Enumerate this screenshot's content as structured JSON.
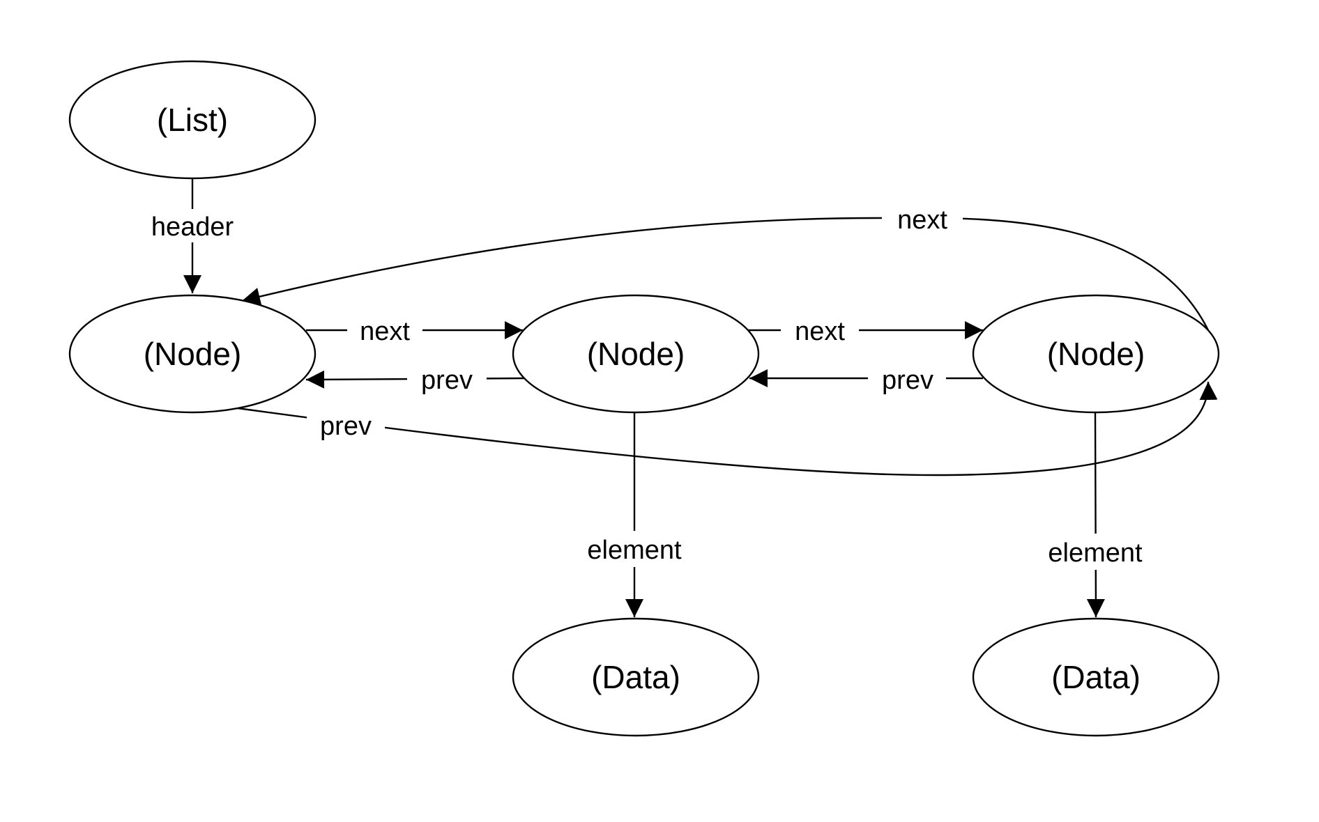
{
  "nodes": {
    "list": "(List)",
    "node1": "(Node)",
    "node2": "(Node)",
    "node3": "(Node)",
    "data1": "(Data)",
    "data2": "(Data)"
  },
  "edges": {
    "header": "header",
    "next_1_2": "next",
    "prev_2_1": "prev",
    "next_2_3": "next",
    "prev_3_2": "prev",
    "next_3_1": "next",
    "prev_1_3": "prev",
    "element_2": "element",
    "element_3": "element"
  },
  "colors": {
    "stroke": "#000000",
    "background": "#ffffff"
  }
}
